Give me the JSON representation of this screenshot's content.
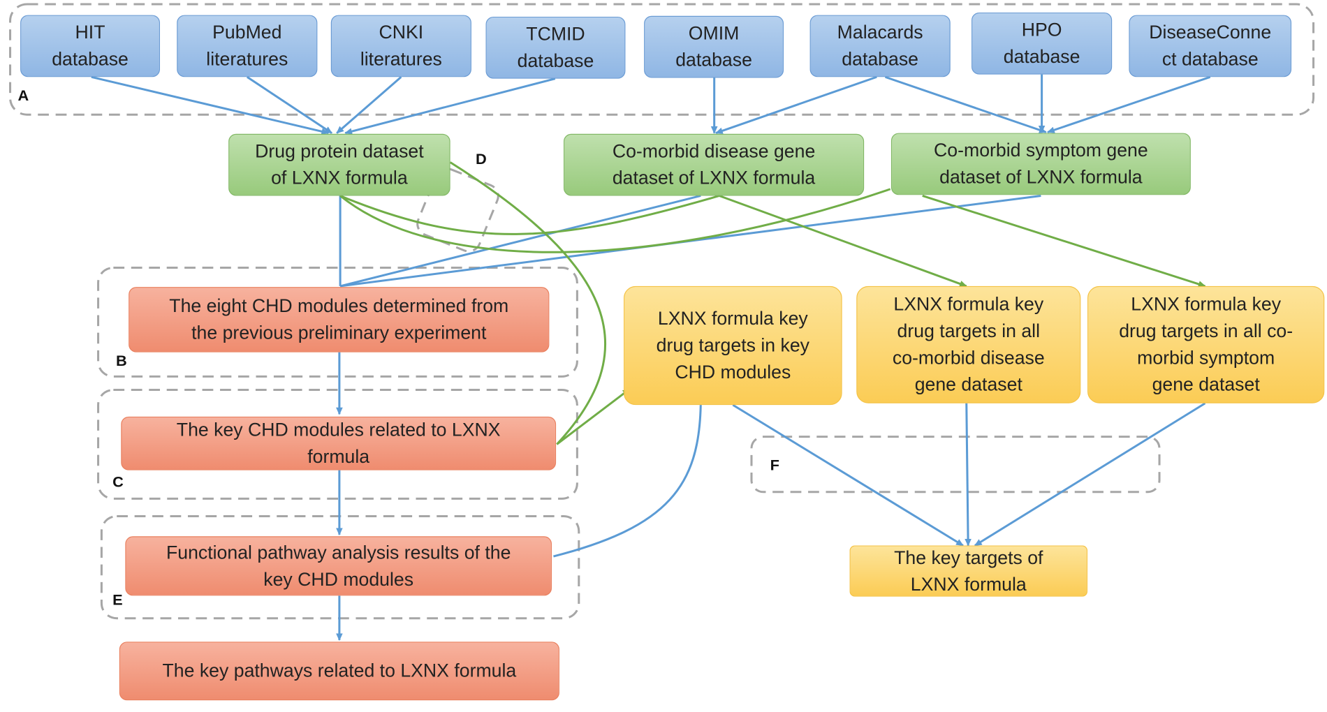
{
  "colors": {
    "blue_arrow": "#5b9bd5",
    "green_arrow": "#70ad47",
    "dashed_border": "#a6a6a6",
    "database_fill": "#9dc3e6",
    "dataset_fill": "#a9d18e",
    "module_fill": "#f4a582",
    "target_fill": "#fdd66f"
  },
  "groups": {
    "a": "A",
    "b": "B",
    "c": "C",
    "d": "D",
    "e": "E",
    "f": "F"
  },
  "databases": [
    "HIT\ndatabase",
    "PubMed\nliteratures",
    "CNKI\nliteratures",
    "TCMID\ndatabase",
    "OMIM\ndatabase",
    "Malacards\ndatabase",
    "HPO\ndatabase",
    "DiseaseConne\nct database"
  ],
  "datasets": {
    "drug_protein": "Drug protein dataset\nof LXNX formula",
    "comorbid_disease": "Co-morbid disease gene\ndataset of LXNX formula",
    "comorbid_symptom": "Co-morbid symptom gene\ndataset of LXNX formula"
  },
  "modules": {
    "eight_chd": "The eight CHD modules determined from\nthe previous preliminary experiment",
    "key_chd": "The key CHD modules related to LXNX\nformula",
    "pathway_analysis": "Functional pathway analysis results of the\nkey CHD modules",
    "key_pathways": "The key pathways related to LXNX formula"
  },
  "targets": {
    "in_key_modules": "LXNX formula key\ndrug targets in key\nCHD modules",
    "in_disease": "LXNX formula key\ndrug targets in all\nco-morbid disease\ngene dataset",
    "in_symptom": "LXNX formula key\ndrug targets in all co-\nmorbid symptom\ngene dataset",
    "key_targets": "The key targets of\nLXNX formula"
  }
}
